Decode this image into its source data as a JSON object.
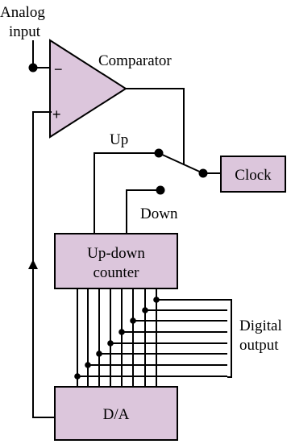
{
  "colors": {
    "block_fill": "#dcc6dc",
    "line": "#000000",
    "background": "#ffffff"
  },
  "labels": {
    "analog_input_line1": "Analog",
    "analog_input_line2": "input",
    "comparator": "Comparator",
    "minus_sign": "−",
    "plus_sign": "+",
    "up": "Up",
    "down": "Down",
    "clock": "Clock",
    "counter_line1": "Up-down",
    "counter_line2": "counter",
    "digital_output_line1": "Digital",
    "digital_output_line2": "output",
    "da": "D/A"
  }
}
